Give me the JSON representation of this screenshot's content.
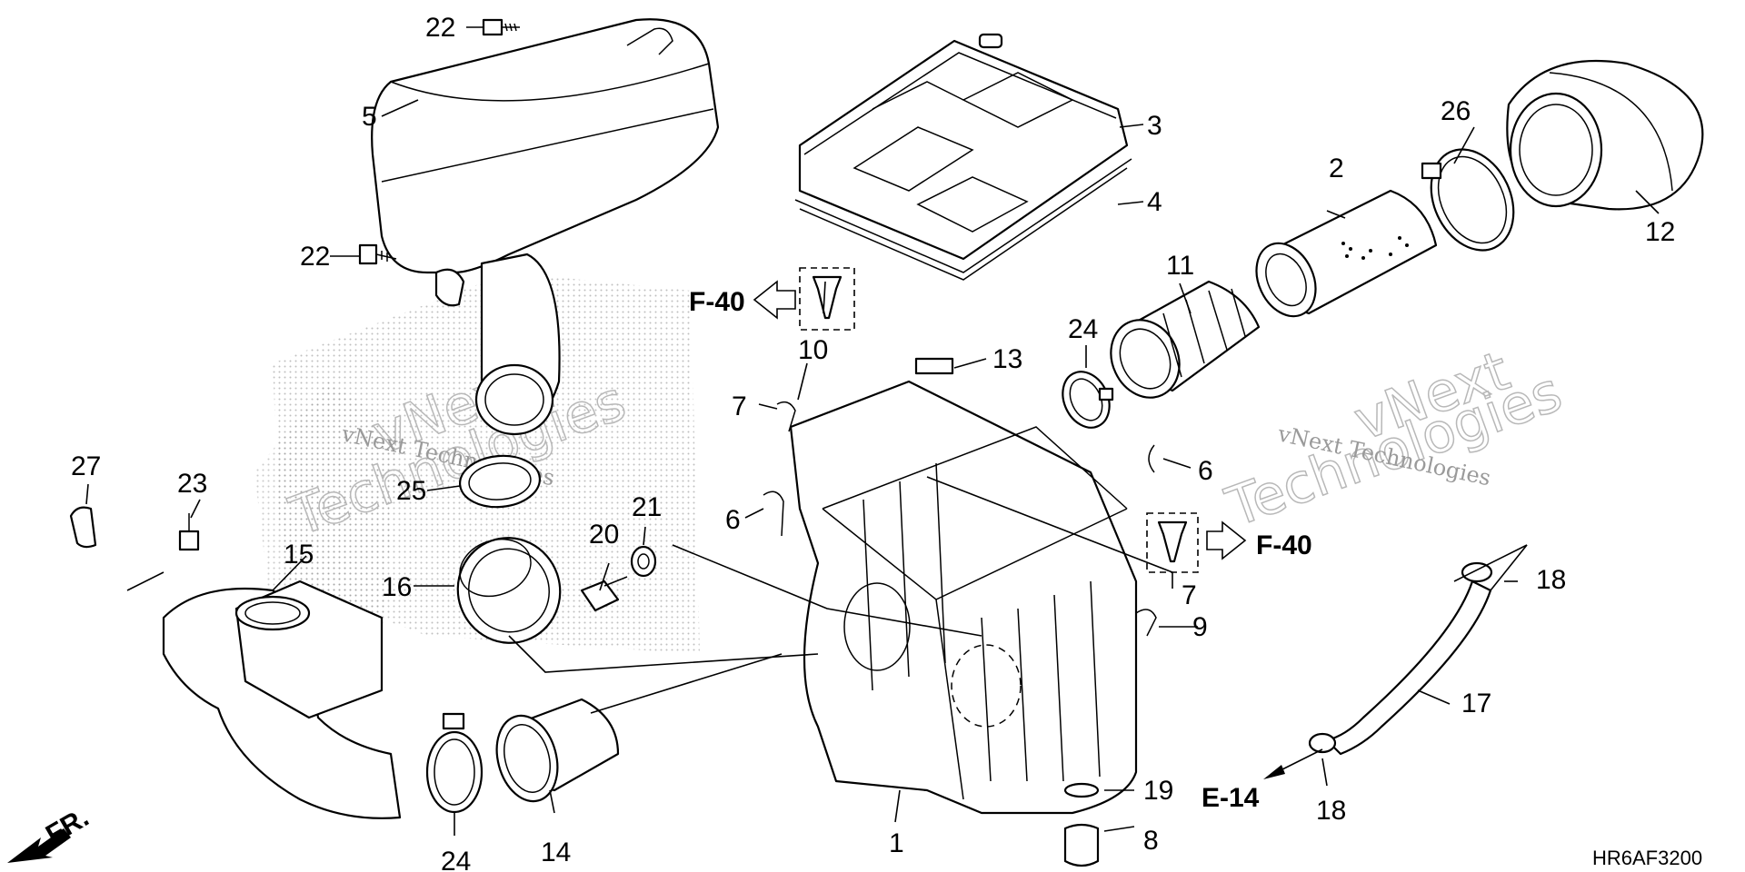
{
  "diagram": {
    "code": "HR6AF3200",
    "orientation": "FR.",
    "refs": {
      "f40_left": "F-40",
      "f40_right": "F-40",
      "e14": "E-14"
    },
    "watermark": {
      "line1": "vNext Technologies",
      "big1": "vNext",
      "big2": "Technologies",
      "line2": "vNext Technologies"
    },
    "callouts": {
      "c1": "1",
      "c2": "2",
      "c3": "3",
      "c4": "4",
      "c5": "5",
      "c6a": "6",
      "c6b": "6",
      "c7a": "7",
      "c7b": "7",
      "c8": "8",
      "c9": "9",
      "c10": "10",
      "c11": "11",
      "c12": "12",
      "c13": "13",
      "c14": "14",
      "c15": "15",
      "c16": "16",
      "c17": "17",
      "c18a": "18",
      "c18b": "18",
      "c19": "19",
      "c20": "20",
      "c21": "21",
      "c22a": "22",
      "c22b": "22",
      "c23": "23",
      "c24a": "24",
      "c24b": "24",
      "c25": "25",
      "c26": "26",
      "c27": "27"
    }
  }
}
